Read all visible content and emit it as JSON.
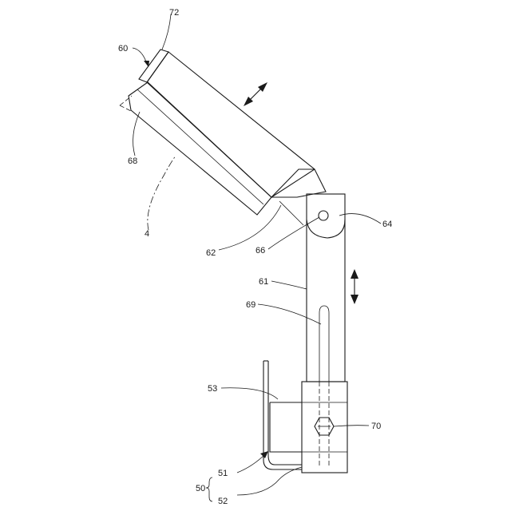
{
  "labels": {
    "l72": "72",
    "l60": "60",
    "l68": "68",
    "l4": "4",
    "l62": "62",
    "l66": "66",
    "l64": "64",
    "l61": "61",
    "l69": "69",
    "l53": "53",
    "l70": "70",
    "l51": "51",
    "l50": "50",
    "l52": "52"
  }
}
